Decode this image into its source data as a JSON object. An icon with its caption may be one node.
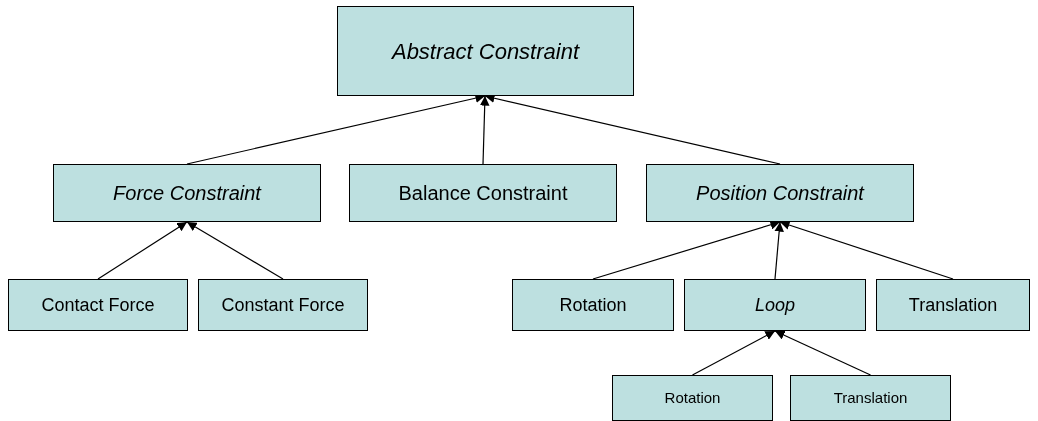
{
  "diagram": {
    "nodes": [
      {
        "text": [
          "Abstract Constraint"
        ]
      },
      {
        "text": [
          "Force Constraint"
        ]
      },
      {
        "text": [
          "Balance Constraint"
        ]
      },
      {
        "text": [
          "Position Constraint"
        ]
      },
      {
        "text": [
          "Contact Force"
        ]
      },
      {
        "text": [
          "Constant Force"
        ]
      },
      {
        "text": [
          "Rotation"
        ]
      },
      {
        "text": [
          "Loop"
        ]
      },
      {
        "text": [
          "Translation"
        ]
      },
      {
        "text": [
          "Rotation"
        ]
      },
      {
        "text": [
          "Translation"
        ]
      }
    ],
    "edges": [
      {
        "from": 1,
        "to": 0,
        "arrow": "to"
      },
      {
        "from": 2,
        "to": 0,
        "arrow": "to"
      },
      {
        "from": 3,
        "to": 0,
        "arrow": "to"
      },
      {
        "from": 4,
        "to": 1,
        "arrow": "to"
      },
      {
        "from": 5,
        "to": 1,
        "arrow": "to"
      },
      {
        "from": 6,
        "to": 3,
        "arrow": "to"
      },
      {
        "from": 7,
        "to": 3,
        "arrow": "to"
      },
      {
        "from": 8,
        "to": 3,
        "arrow": "to"
      },
      {
        "from": 9,
        "to": 7,
        "arrow": "to"
      },
      {
        "from": 10,
        "to": 7,
        "arrow": "to"
      }
    ]
  }
}
